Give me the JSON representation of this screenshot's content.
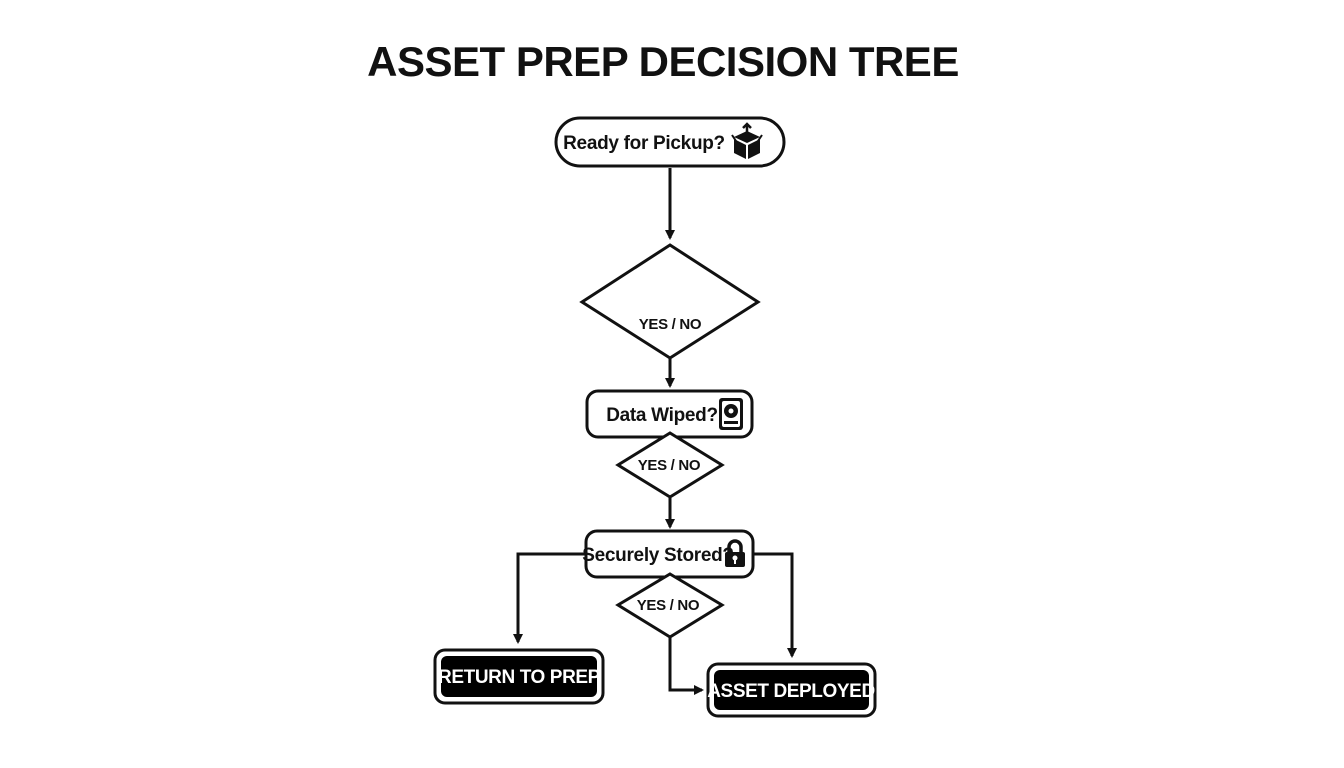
{
  "diagram": {
    "title": "ASSET PREP DECISION TREE",
    "nodes": {
      "pickup": {
        "label": "Ready for Pickup?",
        "icon": "box-icon"
      },
      "decision1": {
        "label": "YES / NO"
      },
      "wiped": {
        "label": "Data Wiped?",
        "icon": "hard-drive-icon"
      },
      "decision2": {
        "label": "YES / NO"
      },
      "stored": {
        "label": "Securely Stored?",
        "icon": "lock-icon"
      },
      "decision3": {
        "label": "YES / NO"
      },
      "return_prep": {
        "label": "RETURN TO PREP"
      },
      "deployed": {
        "label": "ASSET DEPLOYED"
      }
    },
    "colors": {
      "stroke": "#111111",
      "terminal_fill": "#000000",
      "terminal_text": "#ffffff",
      "background": "#ffffff"
    }
  }
}
